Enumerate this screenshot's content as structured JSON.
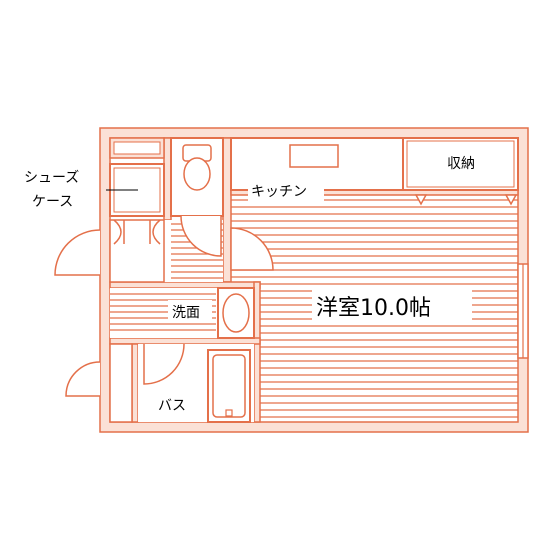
{
  "colors": {
    "wall": "#e4704a",
    "wall_fill": "#fbe1d6",
    "floor_line": "#e4704a",
    "background": "#ffffff",
    "text": "#000000"
  },
  "labels": {
    "shoes_line1": "シューズ",
    "shoes_line2": "ケース",
    "kitchen": "キッチン",
    "storage": "収納",
    "washroom": "洗面",
    "bath": "バス",
    "main_room": "洋室10.0帖"
  }
}
